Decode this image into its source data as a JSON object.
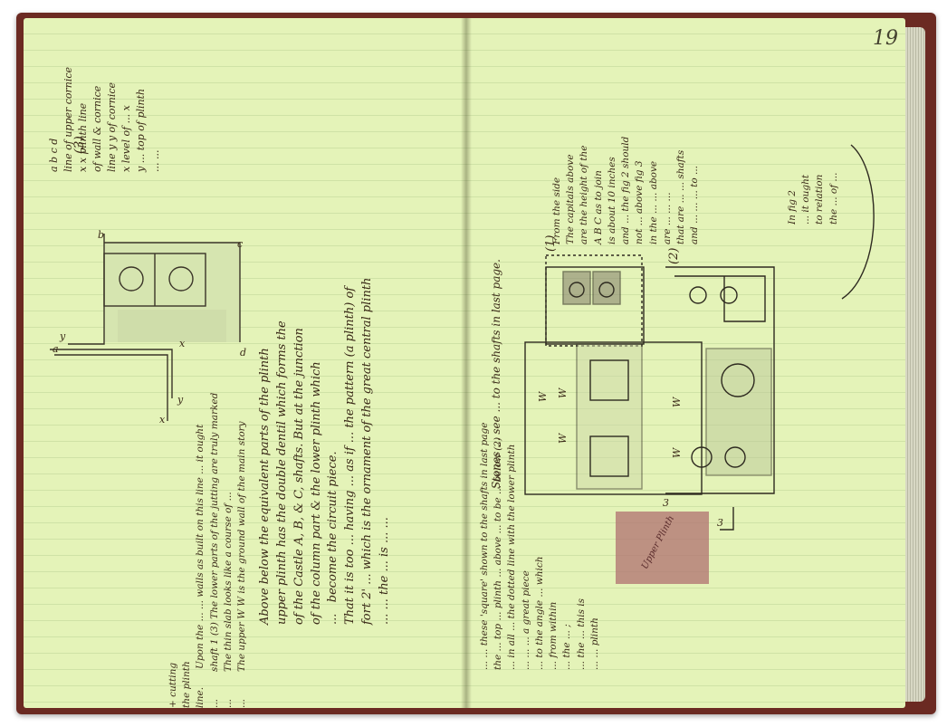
{
  "page_number": "19",
  "left_page": {
    "sketch_label": "(3)",
    "sketch_letters": [
      "b",
      "c",
      "d",
      "a",
      "x",
      "x",
      "y",
      "y"
    ],
    "margin_note": "a b c d\nline of upper cornice\nx x plinth line\nof wall & cornice\nline y y of cornice\nx level of ... x\ny ... top of plinth\n... ...",
    "main_text": "Above below the equivalent parts of the plinth\nupper plinth has the double dentil which forms the\nof the Castle A, B, & C, shafts. But at the junction\nof the column part & the lower plinth which\n...   become the circuit piece.\nThat it is too ... having ... as if ... the pattern (a plinth) of\nfort 2' ... which is the ornament of the great central plinth\n... ... the ... is ... ..."
  },
  "right_page": {
    "intro_text": "Stones ... see ... to the shafts in last page.",
    "sketch_labels": [
      "(1)",
      "(2)"
    ],
    "sketch_letters": [
      "W",
      "W",
      "W",
      "W",
      "W",
      "3",
      "3"
    ],
    "stain_note": "Upper Plinth",
    "right_margin_note": "From the side\nThe capitals above\nare the height of the\nA B C as to join\nis about 10 inches\nand ... the fig 2 should\nnot ... above fig 3\nin the ... ... above\nare ... ... ...\nthat are ... ... shafts\nand ... ... ... to ...",
    "far_margin_note": "In fig 2\n... it ought\nto relation\nthe ... of ...",
    "left_margin_note": "... ... these 'square' shown to the shafts in last page\nthe ... top ... plinth ... above ... to be ... below (2)\n... in all ... the dotted line with the lower plinth\n... ... ... a great piece\n... to the angle ... which\n... from within\n... the ... ;\n... the ... this is\n... ... plinth",
    "bottom_text": "+ cutting\nthe plinth\nline.      Upon the ... ... walls as built on this line ... it ought\n...         shaft 1 (3) The lower parts of the jutting are truly marked\n...         The thin slab looks like a course of ...\n...         The upper W W is the ground wall of the main story"
  },
  "colors": {
    "paper": "#e4f3b8",
    "ink": "#3a2a18",
    "pencil": "#5a5a48",
    "stain": "#b07070",
    "cover": "#6b2a22"
  }
}
